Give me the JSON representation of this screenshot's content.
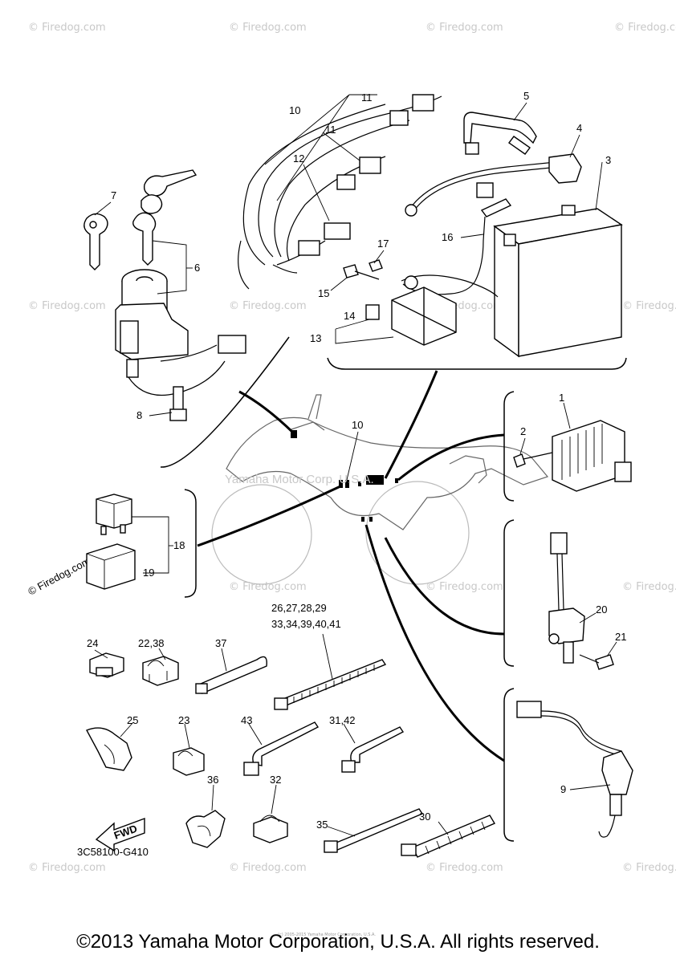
{
  "diagram": {
    "code": "3C58100-G410",
    "fwd_label": "FWD",
    "center_watermark": "Yamaha Motor Corp. U.S.A.",
    "tiny_text": "(c) 2005-2015 Yamaha Motor Corporation, U.S.A.",
    "watermark": "© Firedog.com",
    "callouts": {
      "c1": "1",
      "c2": "2",
      "c3": "3",
      "c4": "4",
      "c5": "5",
      "c6": "6",
      "c7": "7",
      "c8": "8",
      "c9": "9",
      "c10a": "10",
      "c10b": "10",
      "c11a": "11",
      "c11b": "11",
      "c12": "12",
      "c13": "13",
      "c14": "14",
      "c15": "15",
      "c16": "16",
      "c17": "17",
      "c18": "18",
      "c19": "19",
      "c20": "20",
      "c21": "21",
      "c22": "22,38",
      "c23": "23",
      "c24": "24",
      "c25": "25",
      "c26a": "26,27,28,29",
      "c26b": "33,34,39,40,41",
      "c30": "30",
      "c31": "31,42",
      "c32": "32",
      "c35": "35",
      "c36": "36",
      "c37": "37",
      "c43": "43"
    }
  },
  "footer": "©2013 Yamaha Motor Corporation, U.S.A. All rights reserved."
}
